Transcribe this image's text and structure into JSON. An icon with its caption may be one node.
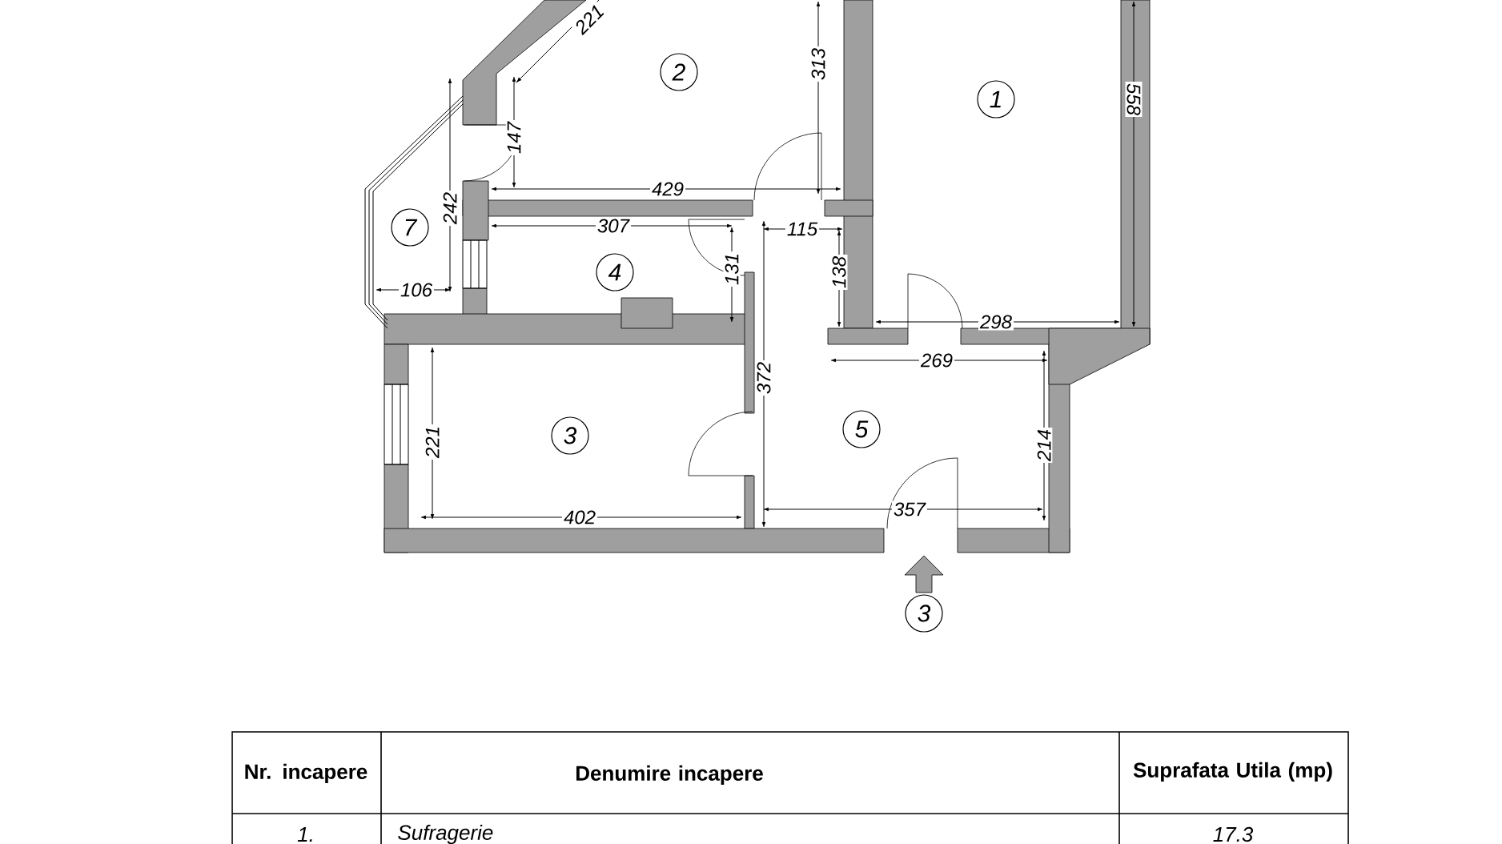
{
  "diagram": {
    "nodes": [
      {
        "text": [
          "2"
        ]
      },
      {
        "text": [
          "1"
        ]
      },
      {
        "text": [
          "7"
        ]
      },
      {
        "text": [
          "4"
        ]
      },
      {
        "text": [
          "5"
        ]
      },
      {
        "text": [
          "3"
        ]
      },
      {
        "text": [
          "3"
        ]
      }
    ],
    "edges": [],
    "labels": [
      "221",
      "313",
      "558",
      "147",
      "429",
      "307",
      "115",
      "131",
      "138",
      "242",
      "106",
      "298",
      "269",
      "372",
      "221",
      "214",
      "357",
      "402",
      "Nr. incapere",
      "Denumire incapere",
      "Suprafata Utila (mp)",
      "1.",
      "Sufragerie",
      "17.3"
    ]
  }
}
